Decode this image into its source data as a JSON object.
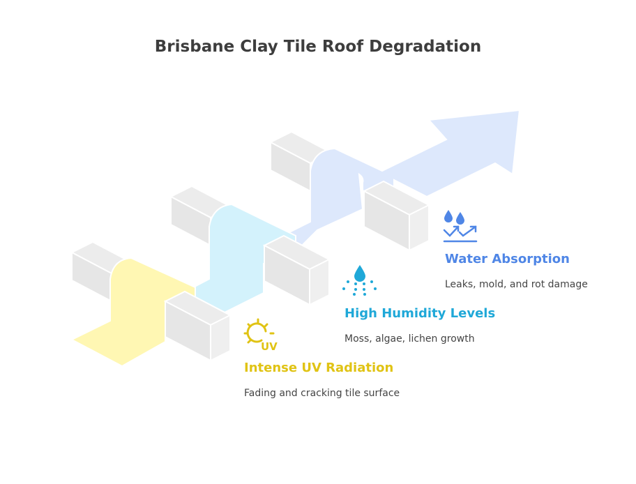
{
  "title": "Brisbane Clay Tile Roof Degradation",
  "colors": {
    "uv": "#e0c314",
    "humidity": "#1fa8d8",
    "water": "#4f86e6",
    "ribbon_yellow": "#fff7b3",
    "ribbon_cyan": "#d3f2fc",
    "ribbon_blue": "#dde8fc"
  },
  "stages": [
    {
      "label": "Intense UV Radiation",
      "description": "Fading and cracking tile surface",
      "icon": "sun-uv-icon",
      "uv_text": "UV"
    },
    {
      "label": "High Humidity Levels",
      "description": "Moss, algae, lichen growth",
      "icon": "water-spray-icon"
    },
    {
      "label": "Water Absorption",
      "description": "Leaks, mold, and rot damage",
      "icon": "water-absorb-icon"
    }
  ]
}
